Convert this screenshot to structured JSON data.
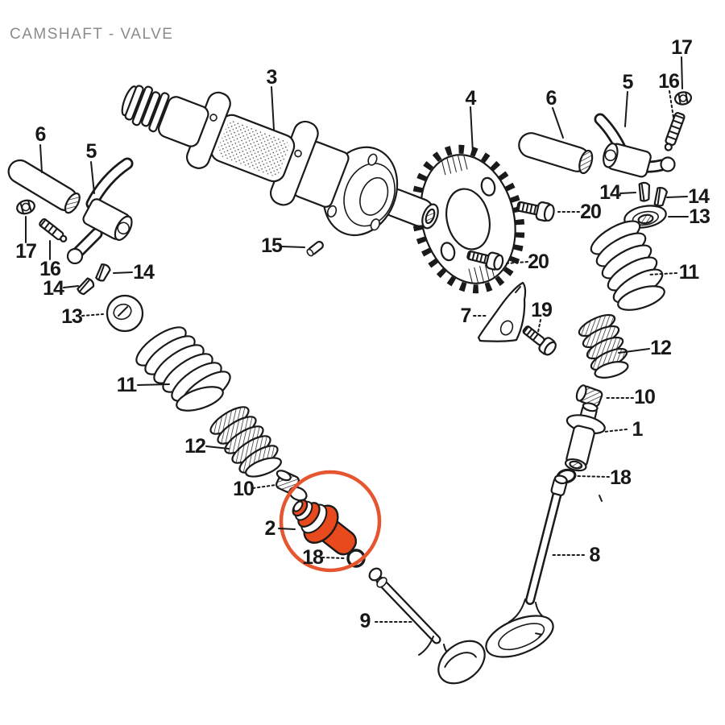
{
  "header": {
    "title": "CAMSHAFT - VALVE"
  },
  "diagram": {
    "description": "Exploded parts diagram of a motorcycle camshaft and valve assembly with part 2 highlighted by a red circle",
    "colors": {
      "highlight_fill": "#e8491d",
      "highlight_ring": "#e5552f",
      "ink": "#1a1a1a",
      "title": "#8b8b8b",
      "background": "#ffffff"
    },
    "labels": [
      {
        "text": "3",
        "part": "camshaft"
      },
      {
        "text": "4",
        "part": "cam-sprocket"
      },
      {
        "text": "6",
        "part": "rocker-shaft-left"
      },
      {
        "text": "5",
        "part": "rocker-arm-left"
      },
      {
        "text": "17",
        "part": "adjuster-nut-left"
      },
      {
        "text": "16",
        "part": "adjuster-screw-left"
      },
      {
        "text": "14",
        "part": "valve-cotter-left-a"
      },
      {
        "text": "14",
        "part": "valve-cotter-left-b"
      },
      {
        "text": "13",
        "part": "spring-seat-left"
      },
      {
        "text": "15",
        "part": "dowel-pin"
      },
      {
        "text": "11",
        "part": "outer-valve-spring-left"
      },
      {
        "text": "12",
        "part": "inner-valve-spring-left"
      },
      {
        "text": "10",
        "part": "spring-retainer-left"
      },
      {
        "text": "2",
        "part": "valve-stem-seal-highlighted"
      },
      {
        "text": "18",
        "part": "o-ring-left"
      },
      {
        "text": "9",
        "part": "valve-lower"
      },
      {
        "text": "8",
        "part": "valve-right"
      },
      {
        "text": "18",
        "part": "o-ring-right"
      },
      {
        "text": "1",
        "part": "valve-guide"
      },
      {
        "text": "10",
        "part": "spring-retainer-right"
      },
      {
        "text": "12",
        "part": "inner-valve-spring-right"
      },
      {
        "text": "11",
        "part": "outer-valve-spring-right"
      },
      {
        "text": "13",
        "part": "spring-seat-right"
      },
      {
        "text": "14",
        "part": "valve-cotter-right-a"
      },
      {
        "text": "14",
        "part": "valve-cotter-right-b"
      },
      {
        "text": "20",
        "part": "sprocket-bolt-upper"
      },
      {
        "text": "20",
        "part": "sprocket-bolt-lower"
      },
      {
        "text": "7",
        "part": "cam-chain-guide"
      },
      {
        "text": "19",
        "part": "guide-bolt"
      },
      {
        "text": "5",
        "part": "rocker-arm-right"
      },
      {
        "text": "6",
        "part": "rocker-shaft-right"
      },
      {
        "text": "16",
        "part": "adjuster-screw-right"
      },
      {
        "text": "17",
        "part": "adjuster-nut-right"
      }
    ]
  }
}
